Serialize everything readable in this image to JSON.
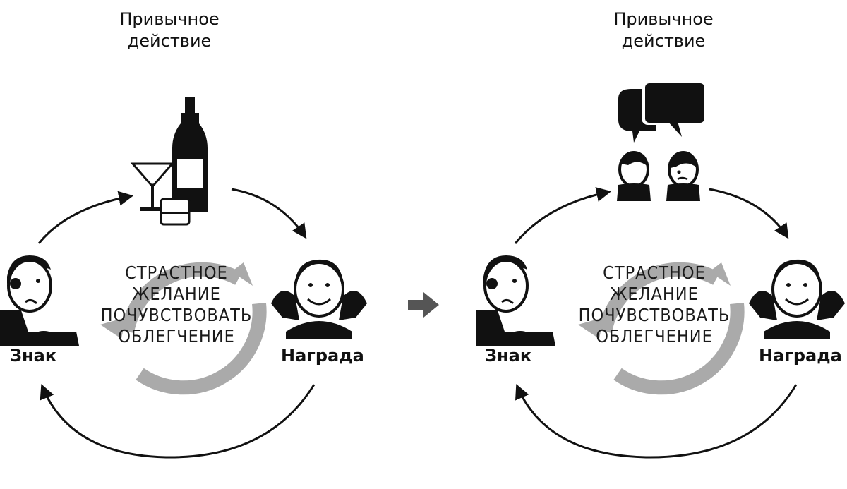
{
  "left_loop": {
    "routine_label_line1": "Привычное",
    "routine_label_line2": "действие",
    "cue_label": "Знак",
    "reward_label": "Награда",
    "craving": [
      "СТРАСТНОЕ",
      "ЖЕЛАНИЕ",
      "ПОЧУВСТВОВАТЬ",
      "ОБЛЕГЧЕНИЕ"
    ],
    "routine_icon": "bottle-and-glasses-icon"
  },
  "right_loop": {
    "routine_label_line1": "Привычное",
    "routine_label_line2": "действие",
    "cue_label": "Знак",
    "reward_label": "Награда",
    "craving": [
      "СТРАСТНОЕ",
      "ЖЕЛАНИЕ",
      "ПОЧУВСТВОВАТЬ",
      "ОБЛЕГЧЕНИЕ"
    ],
    "routine_icon": "two-people-talking-icon"
  },
  "transition_icon": "right-arrow-icon",
  "colors": {
    "ink": "#111111",
    "cycle_ring": "#aaaaaa",
    "transition_arrow": "#555555"
  }
}
